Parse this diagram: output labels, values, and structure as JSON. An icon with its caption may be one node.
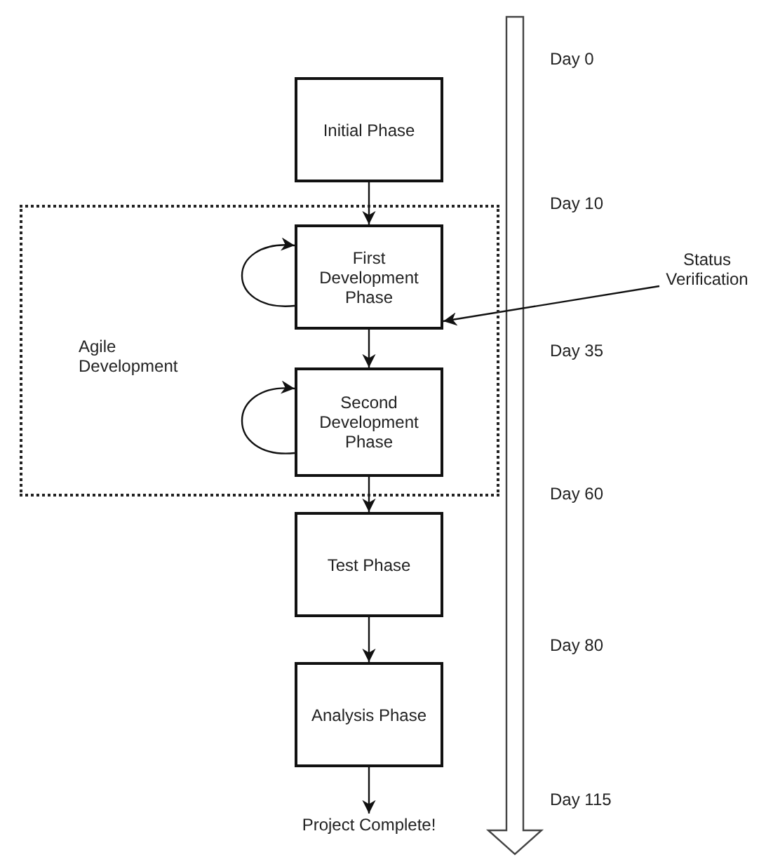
{
  "diagram": {
    "nodes": [
      {
        "text": [
          "Initial Phase"
        ]
      },
      {
        "text": [
          "Agile Development"
        ]
      },
      {
        "text": [
          "First Development Phase"
        ],
        "in": 1
      },
      {
        "text": [
          "Second Development Phase"
        ],
        "in": 1
      },
      {
        "text": [
          "Test Phase"
        ]
      },
      {
        "text": [
          "Analysis Phase"
        ]
      },
      {
        "text": [
          "Project Complete!"
        ]
      },
      {
        "text": [
          "Status Verification"
        ]
      }
    ],
    "edges": [
      {
        "from": 0,
        "to": 2,
        "arrow": "to"
      },
      {
        "from": 2,
        "to": 2,
        "arrow": "to"
      },
      {
        "from": 2,
        "to": 3,
        "arrow": "to"
      },
      {
        "from": 3,
        "to": 3,
        "arrow": "to"
      },
      {
        "from": 3,
        "to": 4,
        "arrow": "to"
      },
      {
        "from": 4,
        "to": 5,
        "arrow": "to"
      },
      {
        "from": 5,
        "to": 6,
        "arrow": "to"
      },
      {
        "from": 7,
        "to": 2,
        "arrow": "to"
      }
    ],
    "labels": [
      "Day 0",
      "Day 10",
      "Day 35",
      "Day 60",
      "Day 80",
      "Day 115"
    ]
  }
}
